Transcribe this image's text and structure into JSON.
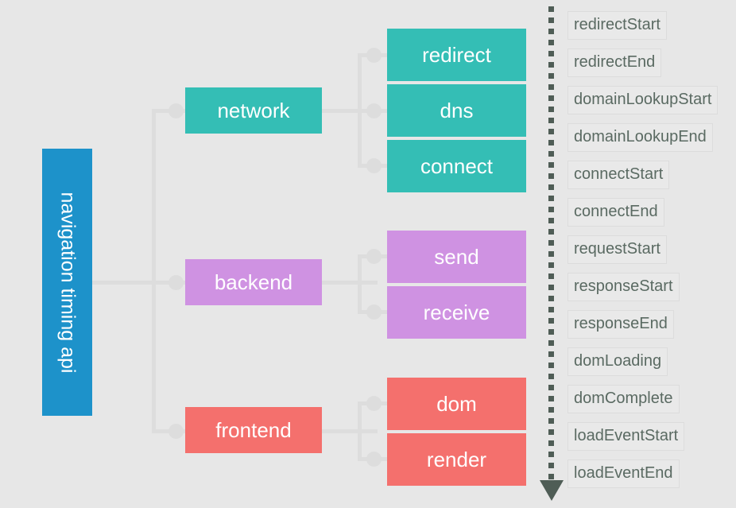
{
  "diagram": {
    "title": "navigation timing api",
    "background_color": "#e7e7e7",
    "root": {
      "label": "navigation timing api",
      "color": "#1d92ca"
    },
    "branches": [
      {
        "label": "network",
        "color": "#34beb5",
        "children": [
          {
            "label": "redirect",
            "color": "#34beb5"
          },
          {
            "label": "dns",
            "color": "#34beb5"
          },
          {
            "label": "connect",
            "color": "#34beb5"
          }
        ]
      },
      {
        "label": "backend",
        "color": "#cf92e2",
        "children": [
          {
            "label": "send",
            "color": "#cf92e2"
          },
          {
            "label": "receive",
            "color": "#cf92e2"
          }
        ]
      },
      {
        "label": "frontend",
        "color": "#f4706d",
        "children": [
          {
            "label": "dom",
            "color": "#f4706d"
          },
          {
            "label": "render",
            "color": "#f4706d"
          }
        ]
      }
    ],
    "connector_color": "#dddddd"
  },
  "timeline": {
    "line_color": "#4f5d56",
    "arrow_direction": "down",
    "events": [
      {
        "label": "redirectStart"
      },
      {
        "label": "redirectEnd"
      },
      {
        "label": "domainLookupStart"
      },
      {
        "label": "domainLookupEnd"
      },
      {
        "label": "connectStart"
      },
      {
        "label": "connectEnd"
      },
      {
        "label": "requestStart"
      },
      {
        "label": "responseStart"
      },
      {
        "label": "responseEnd"
      },
      {
        "label": "domLoading"
      },
      {
        "label": "domComplete"
      },
      {
        "label": "loadEventStart"
      },
      {
        "label": "loadEventEnd"
      }
    ]
  }
}
